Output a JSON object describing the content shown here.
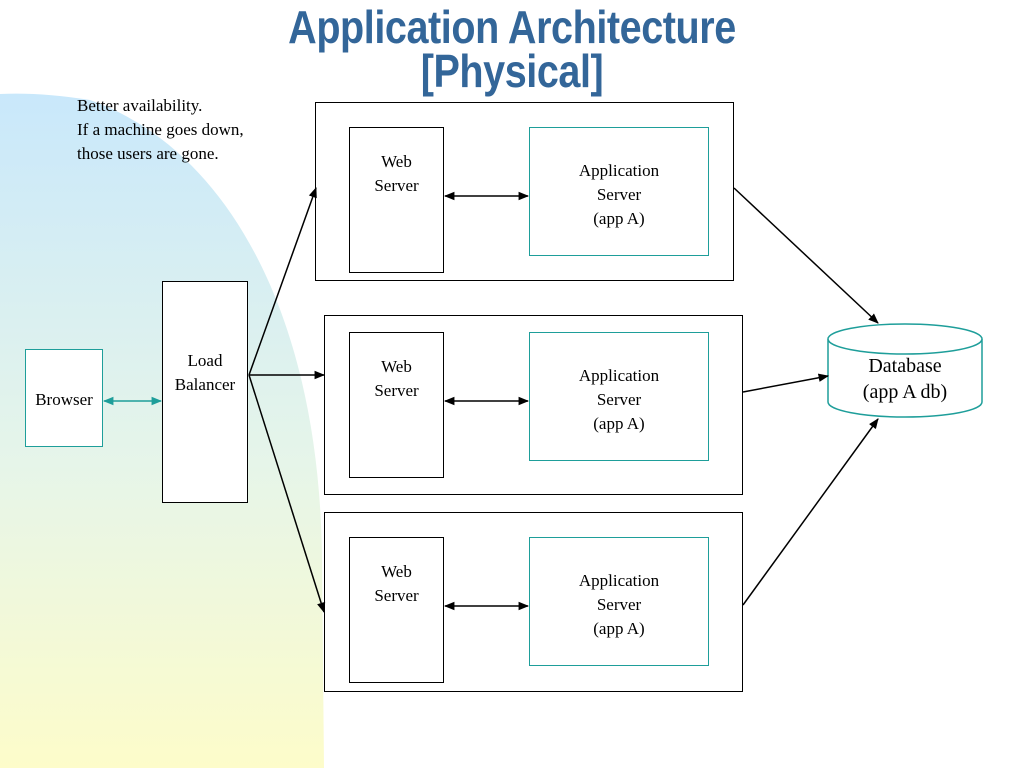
{
  "title": {
    "line1": "Application Architecture",
    "line2": "[Physical]"
  },
  "note": {
    "line1": "Better availability.",
    "line2": "If a machine goes down,",
    "line3": "those users are gone."
  },
  "browser": {
    "label": "Browser"
  },
  "load_balancer": {
    "line1": "Load",
    "line2": "Balancer"
  },
  "machines": [
    {
      "web_server": {
        "line1": "Web",
        "line2": "Server"
      },
      "app_server": {
        "line1": "Application",
        "line2": "Server",
        "line3": "(app A)"
      }
    },
    {
      "web_server": {
        "line1": "Web",
        "line2": "Server"
      },
      "app_server": {
        "line1": "Application",
        "line2": "Server",
        "line3": "(app A)"
      }
    },
    {
      "web_server": {
        "line1": "Web",
        "line2": "Server"
      },
      "app_server": {
        "line1": "Application",
        "line2": "Server",
        "line3": "(app A)"
      }
    }
  ],
  "database": {
    "line1": "Database",
    "line2": "(app A db)"
  },
  "colors": {
    "title": "#336699",
    "teal_border": "#1e9e9a",
    "bg_top": "#cde9fb",
    "bg_bottom": "#fdfccb"
  }
}
